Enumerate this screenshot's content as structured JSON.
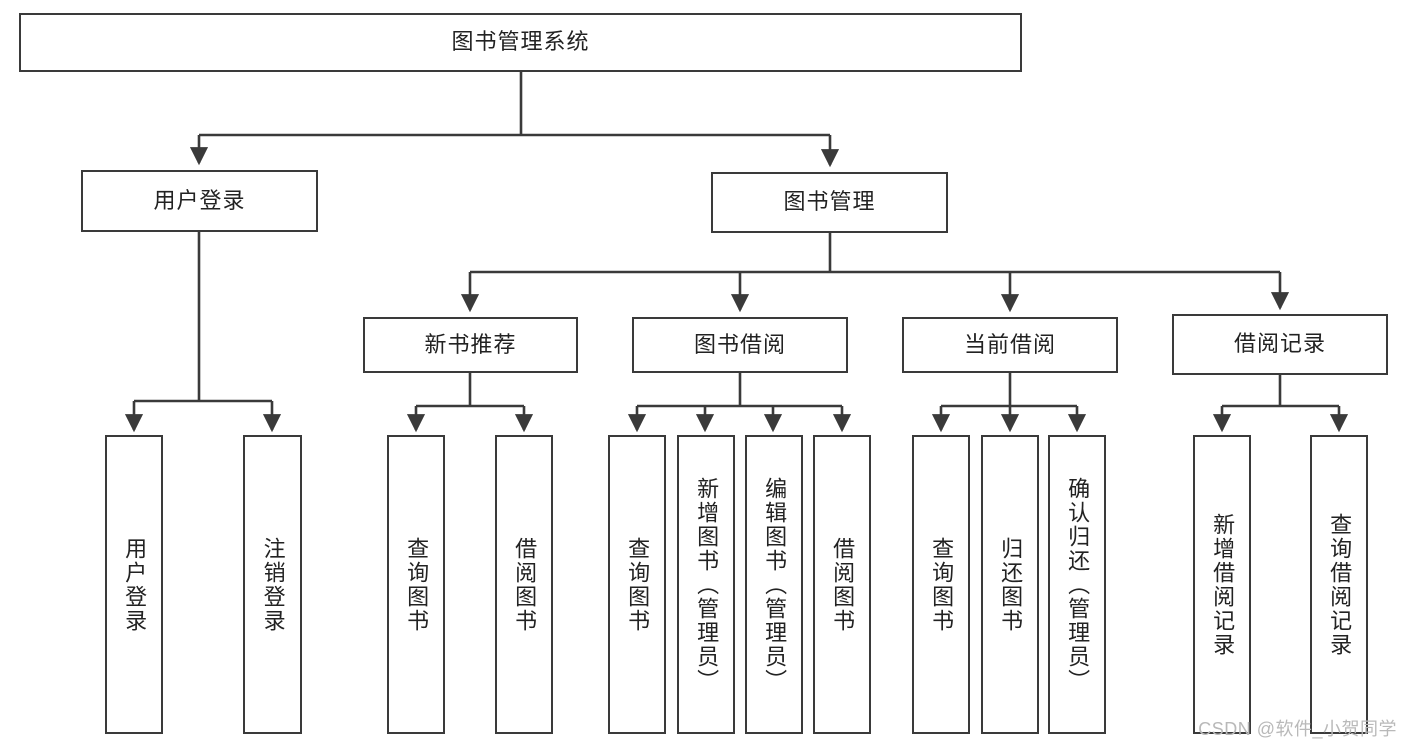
{
  "diagram": {
    "title": "图书管理系统",
    "type": "tree-hierarchy",
    "root": {
      "id": "root",
      "label": "图书管理系统"
    },
    "level1": [
      {
        "id": "user-login",
        "label": "用户登录"
      },
      {
        "id": "book-manage",
        "label": "图书管理"
      }
    ],
    "level2": [
      {
        "id": "new-book-rec",
        "label": "新书推荐",
        "parent": "book-manage"
      },
      {
        "id": "book-borrow",
        "label": "图书借阅",
        "parent": "book-manage"
      },
      {
        "id": "current-borrow",
        "label": "当前借阅",
        "parent": "book-manage"
      },
      {
        "id": "borrow-record",
        "label": "借阅记录",
        "parent": "book-manage"
      }
    ],
    "leaves": [
      {
        "id": "leaf-user-login",
        "label": "用户登录",
        "parent": "user-login"
      },
      {
        "id": "leaf-logout",
        "label": "注销登录",
        "parent": "user-login"
      },
      {
        "id": "leaf-query-book-1",
        "label": "查询图书",
        "parent": "new-book-rec"
      },
      {
        "id": "leaf-borrow-book-1",
        "label": "借阅图书",
        "parent": "new-book-rec"
      },
      {
        "id": "leaf-query-book-2",
        "label": "查询图书",
        "parent": "book-borrow"
      },
      {
        "id": "leaf-add-book",
        "label": "新增图书（管理员）",
        "parent": "book-borrow"
      },
      {
        "id": "leaf-edit-book",
        "label": "编辑图书（管理员）",
        "parent": "book-borrow"
      },
      {
        "id": "leaf-borrow-book-2",
        "label": "借阅图书",
        "parent": "book-borrow"
      },
      {
        "id": "leaf-query-book-3",
        "label": "查询图书",
        "parent": "current-borrow"
      },
      {
        "id": "leaf-return-book",
        "label": "归还图书",
        "parent": "current-borrow"
      },
      {
        "id": "leaf-confirm-return",
        "label": "确认归还（管理员）",
        "parent": "current-borrow"
      },
      {
        "id": "leaf-add-record",
        "label": "新增借阅记录",
        "parent": "borrow-record"
      },
      {
        "id": "leaf-query-record",
        "label": "查询借阅记录",
        "parent": "borrow-record"
      }
    ]
  },
  "watermark": {
    "text": "CSDN @软件_小贺同学"
  },
  "colors": {
    "stroke": "#3a3a3a",
    "text": "#222222",
    "background": "#ffffff",
    "watermark": "#b9b9b9"
  }
}
